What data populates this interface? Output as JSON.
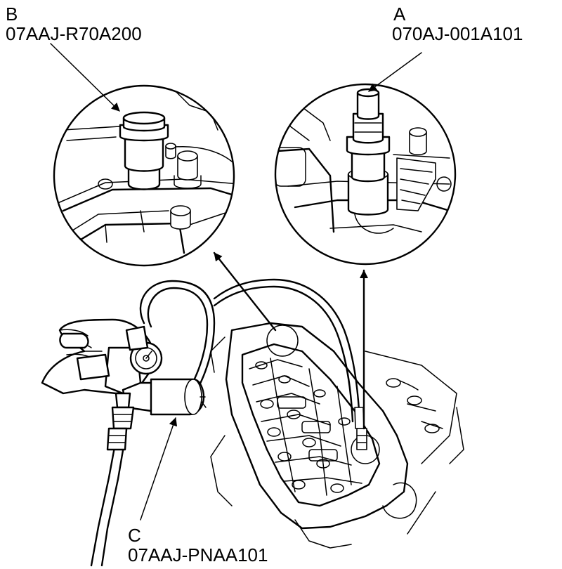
{
  "callouts": {
    "a": {
      "letter": "A",
      "part_number": "070AJ-001A101"
    },
    "b": {
      "letter": "B",
      "part_number": "07AAJ-R70A200"
    },
    "c": {
      "letter": "C",
      "part_number": "07AAJ-PNAA101"
    }
  },
  "colors": {
    "line": "#000000",
    "background": "#ffffff"
  }
}
